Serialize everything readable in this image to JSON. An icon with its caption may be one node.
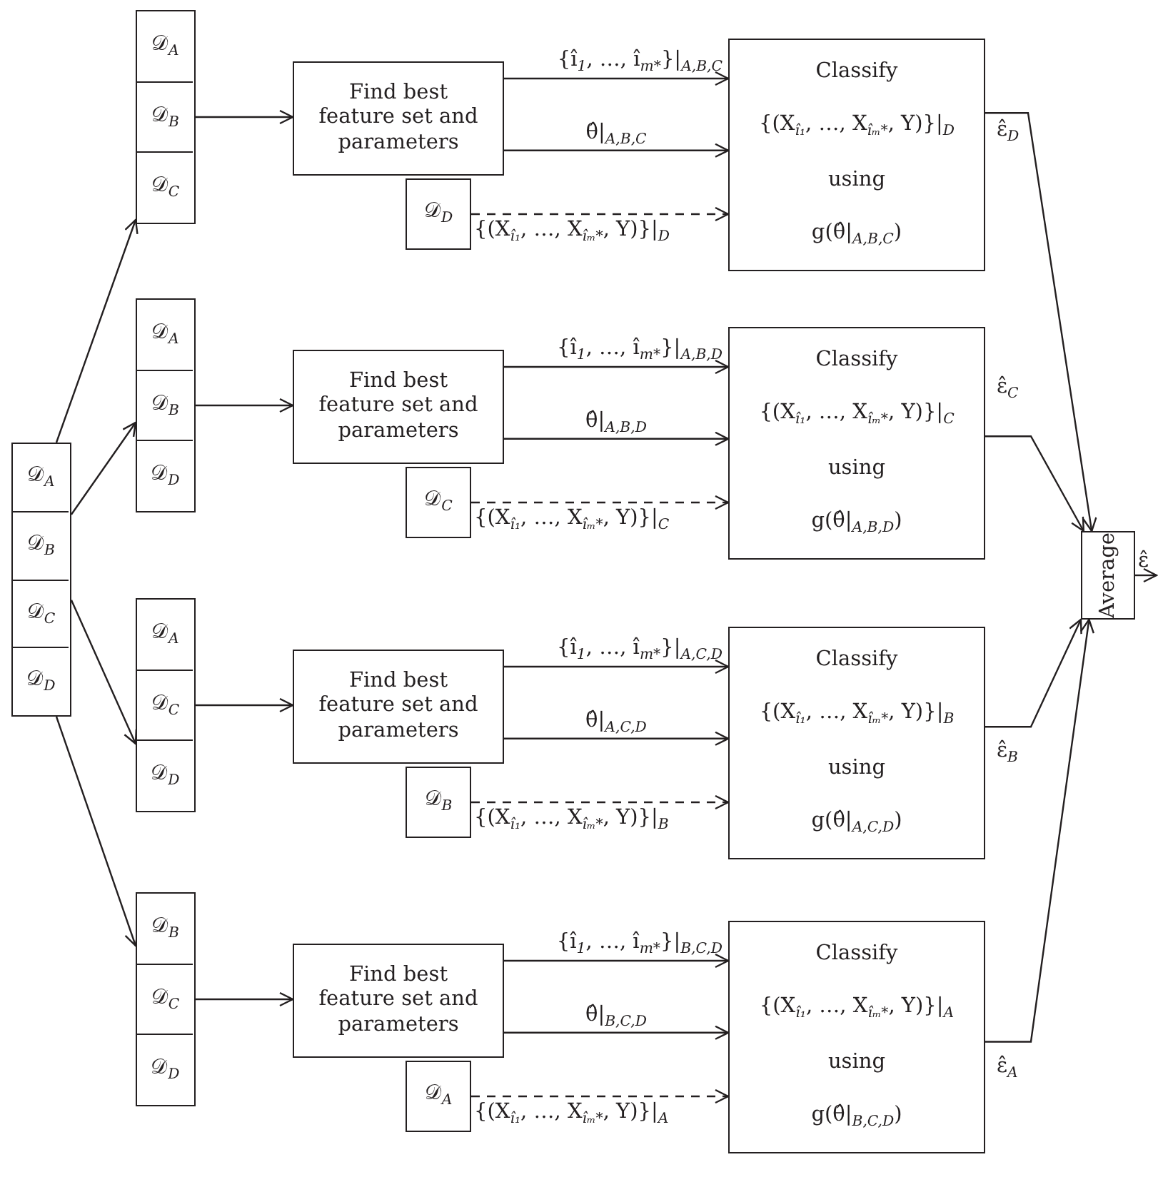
{
  "diagram": {
    "nodes": [
      {
        "text": [],
        "shape": "box"
      },
      {
        "text": [
          "𝒟$_{A}$"
        ],
        "in": 0
      },
      {
        "text": [
          "𝒟$_{B}$"
        ],
        "in": 0
      },
      {
        "text": [
          "𝒟$_{C}$"
        ],
        "in": 0
      },
      {
        "text": [
          "𝒟$_{D}$"
        ],
        "in": 0
      },
      {
        "text": [],
        "shape": "box"
      },
      {
        "text": [
          "𝒟$_{A}$"
        ],
        "in": 5
      },
      {
        "text": [
          "𝒟$_{B}$"
        ],
        "in": 5
      },
      {
        "text": [
          "𝒟$_{C}$"
        ],
        "in": 5
      },
      {
        "text": [
          "Find best feature set and parameters"
        ]
      },
      {
        "text": [
          "𝒟$_{D}$"
        ]
      },
      {
        "text": [
          "Classify",
          "{(X$_{î₁}$, …, X$_{îₘ*}$, Y)}|$_{D}$",
          "using",
          "g(θ̂|$_{A,B,C}$)"
        ]
      },
      {
        "text": [],
        "shape": "box"
      },
      {
        "text": [
          "𝒟$_{A}$"
        ],
        "in": 12
      },
      {
        "text": [
          "𝒟$_{B}$"
        ],
        "in": 12
      },
      {
        "text": [
          "𝒟$_{D}$"
        ],
        "in": 12
      },
      {
        "text": [
          "Find best feature set and parameters"
        ]
      },
      {
        "text": [
          "𝒟$_{C}$"
        ]
      },
      {
        "text": [
          "Classify",
          "{(X$_{î₁}$, …, X$_{îₘ*}$, Y)}|$_{C}$",
          "using",
          "g(θ̂|$_{A,B,D}$)"
        ]
      },
      {
        "text": [],
        "shape": "box"
      },
      {
        "text": [
          "𝒟$_{A}$"
        ],
        "in": 19
      },
      {
        "text": [
          "𝒟$_{C}$"
        ],
        "in": 19
      },
      {
        "text": [
          "𝒟$_{D}$"
        ],
        "in": 19
      },
      {
        "text": [
          "Find best feature set and parameters"
        ]
      },
      {
        "text": [
          "𝒟$_{B}$"
        ]
      },
      {
        "text": [
          "Classify",
          "{(X$_{î₁}$, …, X$_{îₘ*}$, Y)}|$_{B}$",
          "using",
          "g(θ̂|$_{A,C,D}$)"
        ]
      },
      {
        "text": [],
        "shape": "box"
      },
      {
        "text": [
          "𝒟$_{B}$"
        ],
        "in": 26
      },
      {
        "text": [
          "𝒟$_{C}$"
        ],
        "in": 26
      },
      {
        "text": [
          "𝒟$_{D}$"
        ],
        "in": 26
      },
      {
        "text": [
          "Find best feature set and parameters"
        ]
      },
      {
        "text": [
          "𝒟$_{A}$"
        ]
      },
      {
        "text": [
          "Classify",
          "{(X$_{î₁}$, …, X$_{îₘ*}$, Y)}|$_{A}$",
          "using",
          "g(θ̂|$_{B,C,D}$)"
        ]
      },
      {
        "text": [
          "Average"
        ]
      }
    ],
    "edges": [
      {
        "from": 1,
        "to": 5,
        "arrow": "to"
      },
      {
        "from": 7,
        "to": 9,
        "arrow": "to"
      },
      {
        "from": 9,
        "to": 11,
        "arrow": "to",
        "label": "{î$_{1}$, …, î$_{m*}$}|$_{A,B,C}$"
      },
      {
        "from": 9,
        "to": 11,
        "arrow": "to",
        "label": "θ̂|$_{A,B,C}$"
      },
      {
        "from": 10,
        "to": 11,
        "arrow": "to",
        "style": "dashed",
        "label": "{(X$_{î₁}$, …, X$_{îₘ*}$, Y)}|$_{D}$"
      },
      {
        "from": 11,
        "to": 33,
        "arrow": "to",
        "label": "ε̂$_{D}$"
      },
      {
        "from": 2,
        "to": 12,
        "arrow": "to"
      },
      {
        "from": 14,
        "to": 16,
        "arrow": "to"
      },
      {
        "from": 16,
        "to": 18,
        "arrow": "to",
        "label": "{î$_{1}$, …, î$_{m*}$}|$_{A,B,D}$"
      },
      {
        "from": 16,
        "to": 18,
        "arrow": "to",
        "label": "θ̂|$_{A,B,D}$"
      },
      {
        "from": 17,
        "to": 18,
        "arrow": "to",
        "style": "dashed",
        "label": "{(X$_{î₁}$, …, X$_{îₘ*}$, Y)}|$_{C}$"
      },
      {
        "from": 18,
        "to": 33,
        "arrow": "to",
        "label": "ε̂$_{C}$"
      },
      {
        "from": 3,
        "to": 19,
        "arrow": "to"
      },
      {
        "from": 21,
        "to": 23,
        "arrow": "to"
      },
      {
        "from": 23,
        "to": 25,
        "arrow": "to",
        "label": "{î$_{1}$, …, î$_{m*}$}|$_{A,C,D}$"
      },
      {
        "from": 23,
        "to": 25,
        "arrow": "to",
        "label": "θ̂|$_{A,C,D}$"
      },
      {
        "from": 24,
        "to": 25,
        "arrow": "to",
        "style": "dashed",
        "label": "{(X$_{î₁}$, …, X$_{îₘ*}$, Y)}|$_{B}$"
      },
      {
        "from": 25,
        "to": 33,
        "arrow": "to",
        "label": "ε̂$_{B}$"
      },
      {
        "from": 4,
        "to": 26,
        "arrow": "to"
      },
      {
        "from": 28,
        "to": 30,
        "arrow": "to"
      },
      {
        "from": 30,
        "to": 32,
        "arrow": "to",
        "label": "{î$_{1}$, …, î$_{m*}$}|$_{B,C,D}$"
      },
      {
        "from": 30,
        "to": 32,
        "arrow": "to",
        "label": "θ̂|$_{B,C,D}$"
      },
      {
        "from": 31,
        "to": 32,
        "arrow": "to",
        "style": "dashed",
        "label": "{(X$_{î₁}$, …, X$_{îₘ*}$, Y)}|$_{A}$"
      },
      {
        "from": 32,
        "to": 33,
        "arrow": "to",
        "label": "ε̂$_{A}$"
      },
      {
        "from": 33,
        "to": null,
        "arrow": "to",
        "label": "ε̂"
      }
    ]
  }
}
